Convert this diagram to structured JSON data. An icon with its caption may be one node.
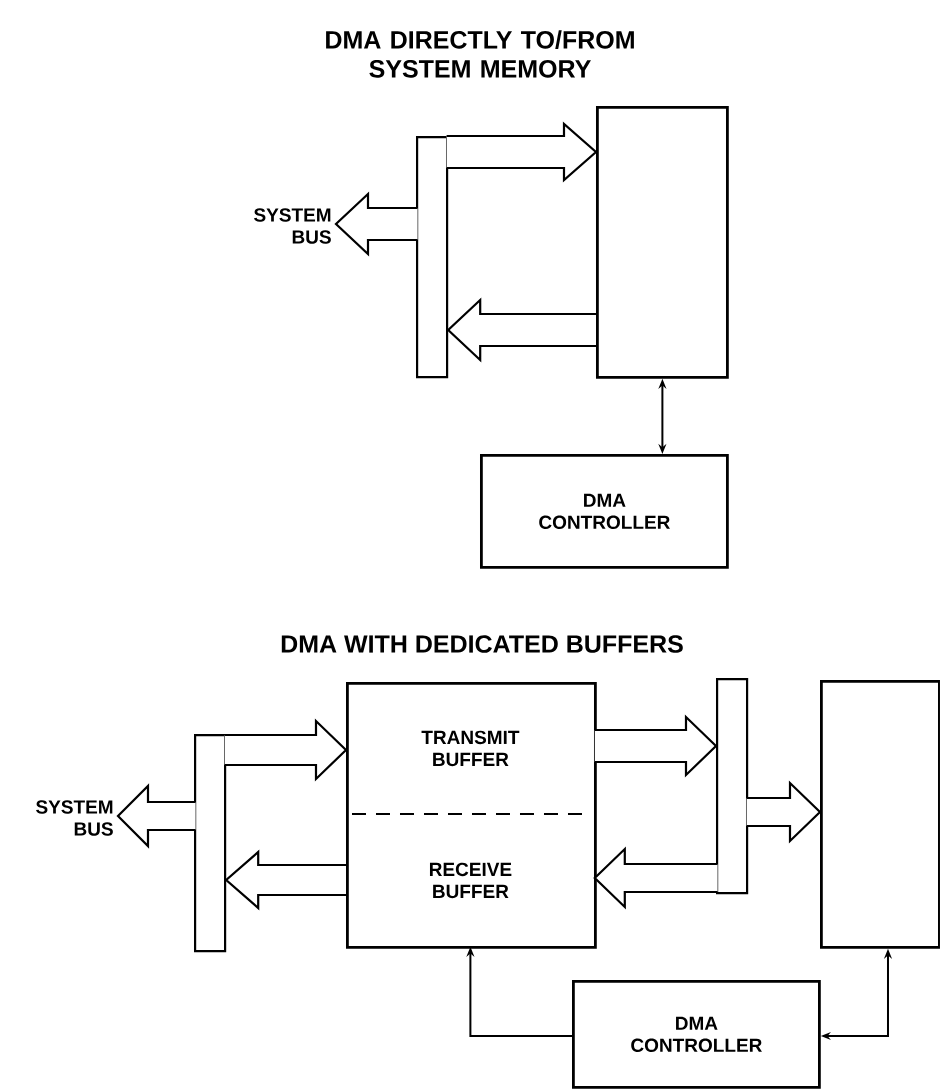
{
  "diagram": {
    "nodes": [
      {
        "text": [
          "SYSTEM BUS"
        ]
      },
      {
        "text": [],
        "shape": "bar"
      },
      {
        "text": [],
        "shape": "box"
      },
      {
        "text": [
          "DMA CONTROLLER"
        ]
      },
      {
        "text": [
          "SYSTEM BUS"
        ]
      },
      {
        "text": [],
        "shape": "bar"
      },
      {
        "text": [],
        "shape": "box"
      },
      {
        "text": [
          "TRANSMIT BUFFER"
        ],
        "in": 6
      },
      {
        "text": [
          "RECEIVE BUFFER"
        ],
        "in": 6
      },
      {
        "text": [],
        "shape": "bar"
      },
      {
        "text": [],
        "shape": "box"
      },
      {
        "text": [
          "DMA CONTROLLER"
        ]
      }
    ],
    "edges": [
      {
        "from": 1,
        "to": 0,
        "arrow": "to"
      },
      {
        "from": 1,
        "to": 2,
        "arrow": "to"
      },
      {
        "from": 2,
        "to": 1,
        "arrow": "to"
      },
      {
        "from": 2,
        "to": 3,
        "arrow": "both"
      },
      {
        "from": 5,
        "to": 4,
        "arrow": "to"
      },
      {
        "from": 5,
        "to": 7,
        "arrow": "to"
      },
      {
        "from": 8,
        "to": 5,
        "arrow": "to"
      },
      {
        "from": 7,
        "to": 9,
        "arrow": "to"
      },
      {
        "from": 9,
        "to": 10,
        "arrow": "to"
      },
      {
        "from": 9,
        "to": 8,
        "arrow": "to"
      },
      {
        "from": 11,
        "to": 8,
        "arrow": "to"
      },
      {
        "from": 11,
        "to": 10,
        "arrow": "both"
      }
    ],
    "labels": [
      "DMA DIRECTLY TO/FROM SYSTEM MEMORY",
      "DMA WITH DEDICATED BUFFERS"
    ]
  }
}
